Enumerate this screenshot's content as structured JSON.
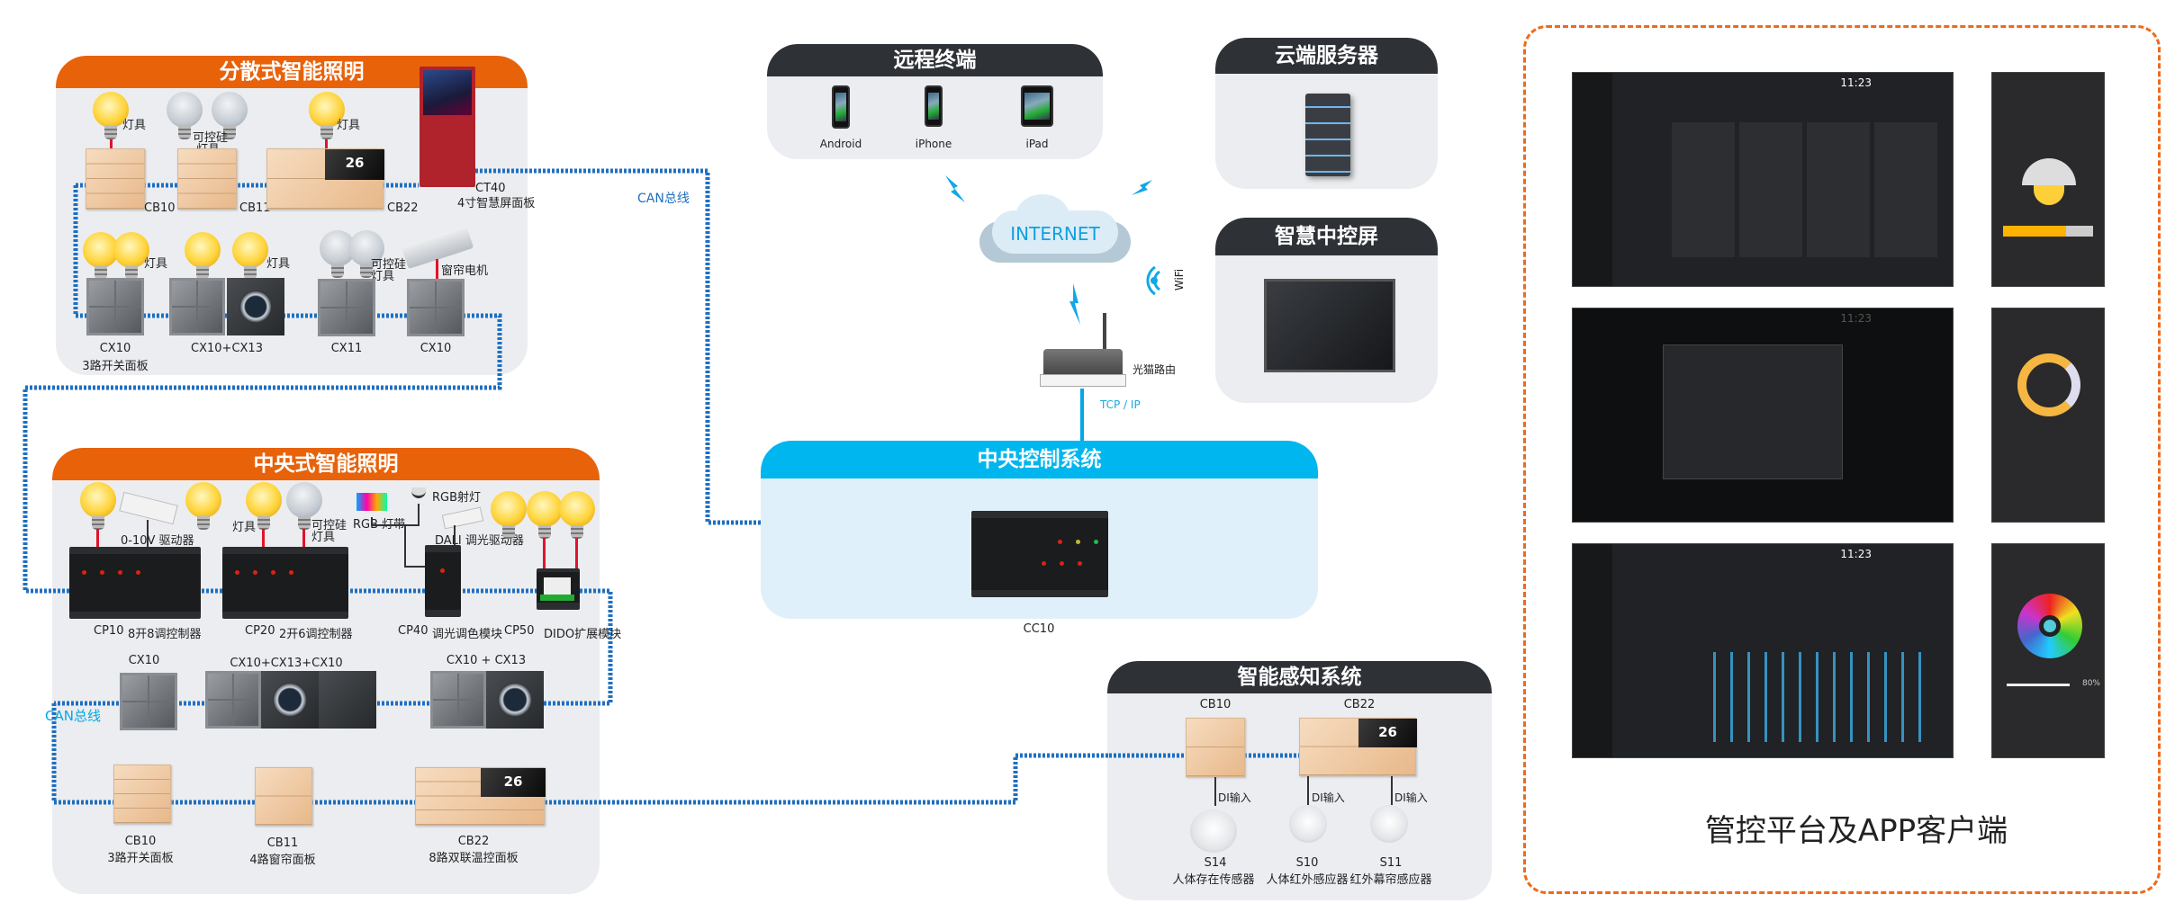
{
  "bus_label": "CAN总线",
  "distributed": {
    "title": "分散式智能照明",
    "lamp": "灯具",
    "si_lamp_1": "可控硅",
    "si_lamp_2": "灯具",
    "curtain_motor": "窗帘电机",
    "lcd_temp": "26",
    "devices": [
      {
        "model": "CB10"
      },
      {
        "model": "CB11"
      },
      {
        "model": "CB22"
      },
      {
        "model": "CT40",
        "desc": "4寸智慧屏面板"
      },
      {
        "model": "CX10",
        "desc": "3路开关面板"
      },
      {
        "model": "CX10+CX13"
      },
      {
        "model": "CX11"
      },
      {
        "model": "CX10"
      }
    ]
  },
  "centralized": {
    "title": "中央式智能照明",
    "driver_0_10v": "0-10V  驱动器",
    "lamp": "灯具",
    "si_lamp_1": "可控硅",
    "si_lamp_2": "灯具",
    "rgb_strip": "RGB 灯带",
    "rgb_spot": "RGB射灯",
    "dali_driver": "DALI  调光驱动器",
    "modules": [
      {
        "model": "CP10",
        "desc": "8开8调控制器"
      },
      {
        "model": "CP20",
        "desc": "2开6调控制器"
      },
      {
        "model": "CP40",
        "desc": "调光调色模块"
      },
      {
        "model": "CP50",
        "desc": "DIDO扩展模块"
      }
    ],
    "panels": [
      {
        "model": "CX10"
      },
      {
        "model": "CX10+CX13+CX10"
      },
      {
        "model": "CX10 + CX13"
      },
      {
        "model": "CB10",
        "desc": "3路开关面板"
      },
      {
        "model": "CB11",
        "desc": "4路窗帘面板"
      },
      {
        "model": "CB22",
        "desc": "8路双联温控面板"
      }
    ]
  },
  "remote": {
    "title": "远程终端",
    "devices": [
      "Android",
      "iPhone",
      "iPad"
    ]
  },
  "cloud": {
    "title": "云端服务器"
  },
  "screen": {
    "title": "智慧中控屏"
  },
  "internet": "INTERNET",
  "wifi": "WiFi",
  "router": "光猫路由",
  "tcpip": "TCP / IP",
  "central_control": {
    "title": "中央控制系统",
    "model": "CC10"
  },
  "perception": {
    "title": "智能感知系统",
    "di": "DI输入",
    "panels": [
      "CB10",
      "CB22"
    ],
    "sensors": [
      {
        "model": "S14",
        "desc": "人体存在传感器"
      },
      {
        "model": "S10",
        "desc": "人体红外感应器"
      },
      {
        "model": "S11",
        "desc": "红外幕帘感应器"
      }
    ]
  },
  "platform": {
    "caption": "管控平台及APP客户端",
    "web_time": "11:23",
    "app_percent": "80%"
  },
  "colors": {
    "orange": "#e8620a",
    "dark": "#2e3236",
    "cyan": "#00b6ee",
    "bus": "#1f6fc0"
  }
}
